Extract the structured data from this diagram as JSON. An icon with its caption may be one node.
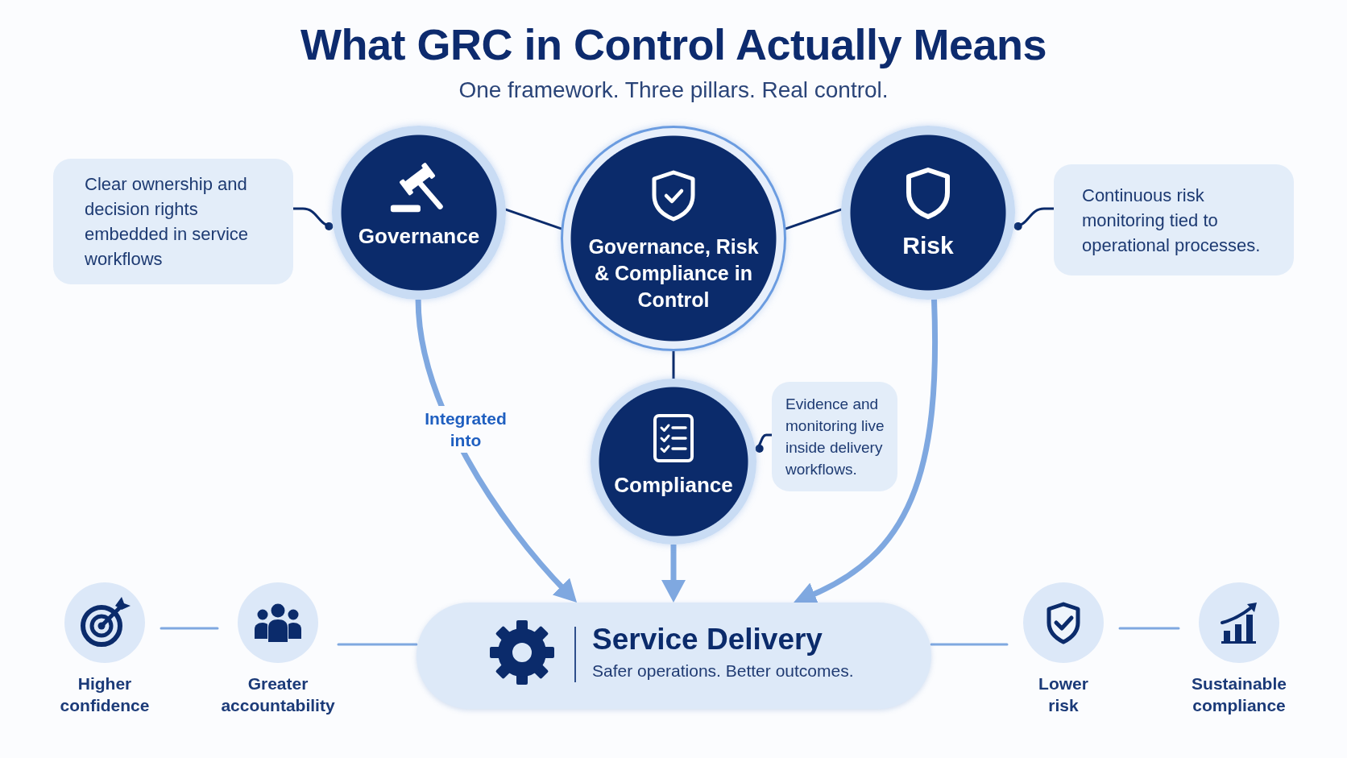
{
  "diagram": {
    "title": "What GRC in Control Actually Means",
    "nodes": [
      {
        "text": [
          "Governance"
        ]
      },
      {
        "text": [
          "Governance, Risk & Compliance in Control"
        ]
      },
      {
        "text": [
          "Risk"
        ]
      },
      {
        "text": [
          "Compliance"
        ]
      },
      {
        "text": [
          "Service Delivery",
          "Safer operations. Better outcomes."
        ]
      },
      {
        "text": [
          "Clear ownership and decision rights embedded in service workflows"
        ]
      },
      {
        "text": [
          "Continuous risk monitoring tied to operational processes."
        ]
      },
      {
        "text": [
          "Evidence and monitoring live inside delivery workflows."
        ]
      },
      {
        "text": [
          "Higher confidence"
        ]
      },
      {
        "text": [
          "Greater accountability"
        ]
      },
      {
        "text": [
          "Lower risk"
        ]
      },
      {
        "text": [
          "Sustainable compliance"
        ]
      }
    ],
    "edges": [
      {
        "from": 1,
        "to": 0,
        "arrow": "none",
        "color": "#0b2b6b"
      },
      {
        "from": 1,
        "to": 2,
        "arrow": "none",
        "color": "#0b2b6b"
      },
      {
        "from": 1,
        "to": 3,
        "arrow": "none",
        "color": "#0b2b6b"
      },
      {
        "from": 0,
        "to": 4,
        "arrow": "to",
        "label": "Integrated into",
        "style": "thick"
      },
      {
        "from": 3,
        "to": 4,
        "arrow": "to",
        "style": "thick"
      },
      {
        "from": 2,
        "to": 4,
        "arrow": "to",
        "style": "thick"
      },
      {
        "from": 5,
        "to": 0,
        "arrow": "other",
        "color": "#0b2b6b"
      },
      {
        "from": 6,
        "to": 2,
        "arrow": "other",
        "color": "#0b2b6b"
      },
      {
        "from": 7,
        "to": 3,
        "arrow": "other",
        "color": "#0b2b6b"
      },
      {
        "from": 8,
        "to": 9,
        "arrow": "none"
      },
      {
        "from": 9,
        "to": 4,
        "arrow": "none"
      },
      {
        "from": 4,
        "to": 10,
        "arrow": "none"
      },
      {
        "from": 10,
        "to": 11,
        "arrow": "none"
      }
    ],
    "labels": [
      "One framework. Three pillars. Real control."
    ]
  }
}
